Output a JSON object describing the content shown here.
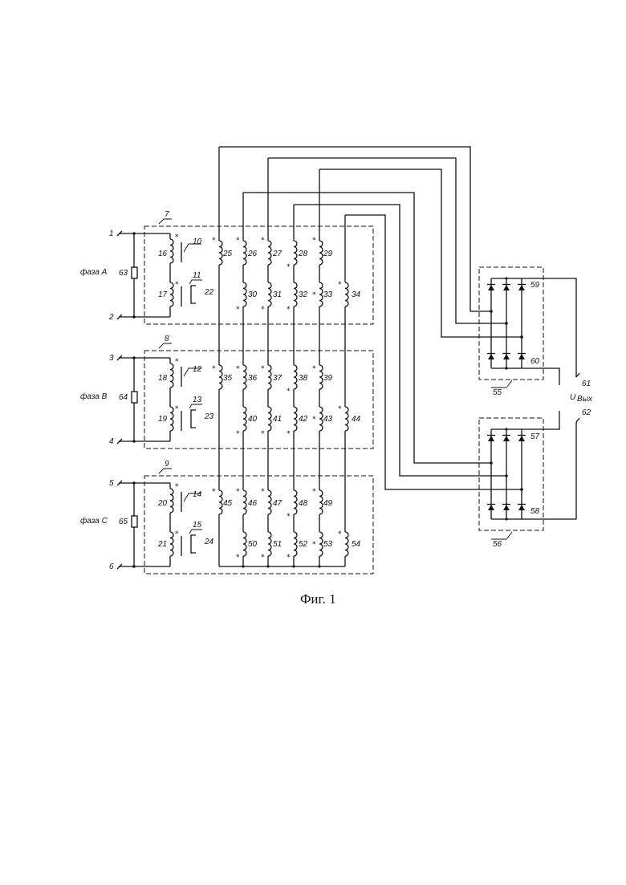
{
  "figure": {
    "caption": "Фиг. 1",
    "phases": [
      "фаза A",
      "фаза B",
      "фаза C"
    ],
    "output_label": "U",
    "output_sub": "Вых"
  },
  "labels": {
    "t1": "1",
    "t2": "2",
    "t3": "3",
    "t4": "4",
    "t5": "5",
    "t6": "6",
    "b7": "7",
    "b8": "8",
    "b9": "9",
    "c10": "10",
    "c11": "11",
    "c12": "12",
    "c13": "13",
    "c14": "14",
    "c15": "15",
    "w16": "16",
    "w17": "17",
    "w18": "18",
    "w19": "19",
    "w20": "20",
    "w21": "21",
    "r22": "22",
    "r23": "23",
    "r24": "24",
    "w25": "25",
    "w26": "26",
    "w27": "27",
    "w28": "28",
    "w29": "29",
    "w30": "30",
    "w31": "31",
    "w32": "32",
    "w33": "33",
    "w34": "34",
    "w35": "35",
    "w36": "36",
    "w37": "37",
    "w38": "38",
    "w39": "39",
    "w40": "40",
    "w41": "41",
    "w42": "42",
    "w43": "43",
    "w44": "44",
    "w45": "45",
    "w46": "46",
    "w47": "47",
    "w48": "48",
    "w49": "49",
    "w50": "50",
    "w51": "51",
    "w52": "52",
    "w53": "53",
    "w54": "54",
    "b55": "55",
    "b56": "56",
    "n57": "57",
    "n58": "58",
    "n59": "59",
    "n60": "60",
    "o61": "61",
    "o62": "62",
    "r63": "63",
    "r64": "64",
    "r65": "65"
  }
}
